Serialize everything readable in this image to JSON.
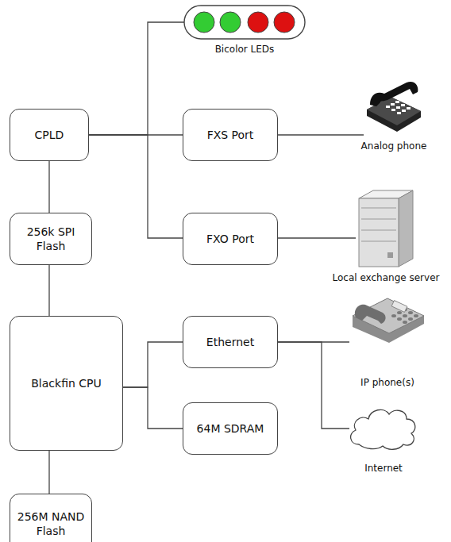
{
  "diagram": {
    "nodes": [
      {
        "text": [
          "Bicolor LEDs"
        ]
      },
      {
        "text": [
          "CPLD"
        ]
      },
      {
        "text": [
          "FXS Port"
        ]
      },
      {
        "text": [
          "Analog phone"
        ]
      },
      {
        "text": [
          "256k SPI Flash"
        ]
      },
      {
        "text": [
          "FXO Port"
        ]
      },
      {
        "text": [
          "Local exchange server"
        ]
      },
      {
        "text": [
          "Blackfin CPU"
        ]
      },
      {
        "text": [
          "Ethernet"
        ]
      },
      {
        "text": [
          "IP phone(s)"
        ]
      },
      {
        "text": [
          "64M SDRAM"
        ]
      },
      {
        "text": [
          "Internet"
        ]
      },
      {
        "text": [
          "256M NAND Flash"
        ]
      }
    ],
    "edges": [
      {
        "from": 1,
        "to": 0,
        "arrow": "none"
      },
      {
        "from": 1,
        "to": 2,
        "arrow": "none"
      },
      {
        "from": 1,
        "to": 5,
        "arrow": "none"
      },
      {
        "from": 2,
        "to": 3,
        "arrow": "none"
      },
      {
        "from": 5,
        "to": 6,
        "arrow": "none"
      },
      {
        "from": 1,
        "to": 4,
        "arrow": "none"
      },
      {
        "from": 4,
        "to": 7,
        "arrow": "none"
      },
      {
        "from": 7,
        "to": 8,
        "arrow": "none"
      },
      {
        "from": 7,
        "to": 10,
        "arrow": "none"
      },
      {
        "from": 7,
        "to": 12,
        "arrow": "none"
      },
      {
        "from": 8,
        "to": 9,
        "arrow": "none"
      },
      {
        "from": 8,
        "to": 11,
        "arrow": "none"
      }
    ]
  }
}
